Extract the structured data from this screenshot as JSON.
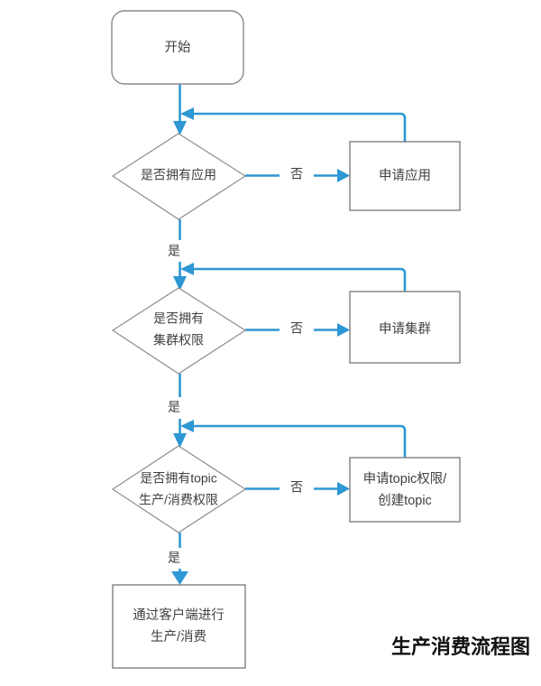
{
  "diagram": {
    "title": "生产消费流程图",
    "background_color": "#ffffff",
    "accent_color": "#2e97d4",
    "node_border_color": "#7f7f7f",
    "node_text_color": "#404040",
    "title_color": "#111111"
  },
  "nodes": {
    "start": {
      "label": "开始",
      "shape": "rounded-rectangle"
    },
    "decision_app": {
      "label": "是否拥有应用",
      "shape": "diamond"
    },
    "action_app": {
      "label": "申请应用",
      "shape": "rectangle"
    },
    "decision_cluster": {
      "label_line1": "是否拥有",
      "label_line2": "集群权限",
      "shape": "diamond"
    },
    "action_cluster": {
      "label": "申请集群",
      "shape": "rectangle"
    },
    "decision_topic": {
      "label_line1": "是否拥有topic",
      "label_line2": "生产/消费权限",
      "shape": "diamond"
    },
    "action_topic": {
      "label_line1": "申请topic权限/",
      "label_line2": "创建topic",
      "shape": "rectangle"
    },
    "end": {
      "label_line1": "通过客户端进行",
      "label_line2": "生产/消费",
      "shape": "rectangle"
    }
  },
  "edge_labels": {
    "no_app": "否",
    "yes_app": "是",
    "no_cluster": "否",
    "yes_cluster": "是",
    "no_topic": "否",
    "yes_topic": "是"
  }
}
